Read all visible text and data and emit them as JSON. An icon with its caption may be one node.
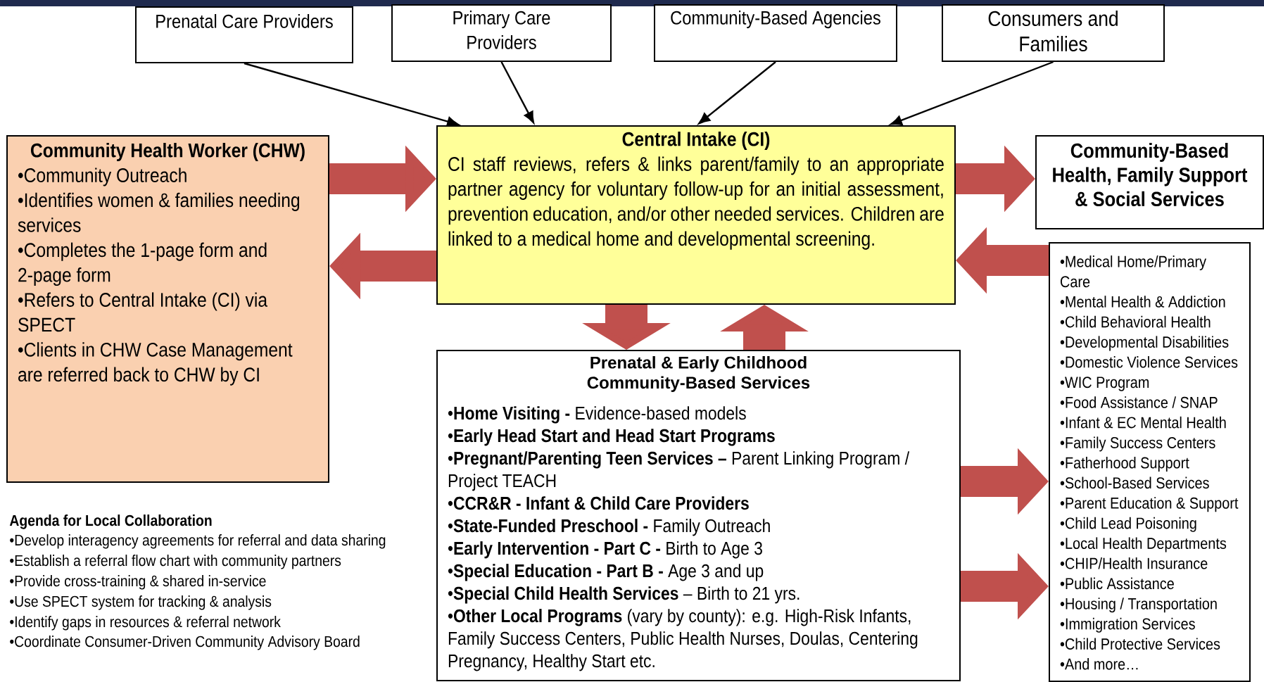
{
  "diagram": {
    "nodes": [
      {
        "text": [
          "Prenatal Care Providers"
        ]
      },
      {
        "text": [
          "Primary Care Providers"
        ]
      },
      {
        "text": [
          "Community-Based Agencies"
        ]
      },
      {
        "text": [
          "Consumers and Families"
        ]
      },
      {
        "text": [
          "Community Health Worker (CHW)",
          "•Community Outreach",
          "•Identifies women & families needing services",
          "•Completes the 1-page form and 2-page form",
          "•Refers to Central Intake (CI) via SPECT",
          "•Clients in CHW Case Management are referred back to CHW by CI"
        ]
      },
      {
        "text": [
          "Central Intake (CI)",
          "CI staff reviews, refers & links parent/family to an appropriate partner agency for voluntary follow-up for an initial assessment, prevention education, and/or other needed services. Children are linked to a medical home and developmental screening."
        ]
      },
      {
        "text": [
          "Community-Based Health, Family Support & Social Services"
        ]
      },
      {
        "text": [
          "•Medical Home/Primary Care",
          "•Mental Health & Addiction",
          "•Child Behavioral Health",
          "•Developmental Disabilities",
          "•Domestic Violence Services",
          "•WIC Program",
          "•Food Assistance / SNAP",
          "•Infant & EC Mental Health",
          "•Family Success Centers",
          "•Fatherhood Support",
          "•School-Based Services",
          "•Parent Education & Support",
          "•Child Lead Poisoning",
          "•Local Health Departments",
          "•CHIP/Health Insurance",
          "•Public Assistance",
          "•Housing / Transportation",
          "•Immigration Services",
          "•Child Protective Services",
          "•And more…"
        ]
      },
      {
        "text": [
          "Prenatal & Early Childhood Community-Based Services",
          "•**Home Visiting -** Evidence-based models",
          "•**Early Head Start and Head Start Programs**",
          "•**Pregnant/Parenting Teen Services –** Parent Linking Program / Project TEACH",
          "•**CCR&R - Infant & Child Care Providers**",
          "•**State-Funded Preschool -** Family Outreach",
          "•**Early Intervention - Part C -** Birth to Age 3",
          "•**Special Education - Part B -** Age 3 and up",
          "•**Special Child Health Services** – Birth to 21 yrs.",
          "•**Other Local Programs** (vary by county): e.g. High-Risk Infants, Family Success Centers, Public Health Nurses, Doulas, Centering Pregnancy, Healthy Start etc."
        ]
      }
    ],
    "edges": [
      {
        "from": 0,
        "to": 5,
        "arrow": "to",
        "color": "#000000"
      },
      {
        "from": 1,
        "to": 5,
        "arrow": "to",
        "color": "#000000"
      },
      {
        "from": 2,
        "to": 5,
        "arrow": "to",
        "color": "#000000"
      },
      {
        "from": 3,
        "to": 5,
        "arrow": "to",
        "color": "#000000"
      },
      {
        "from": 4,
        "to": 5,
        "arrow": "to"
      },
      {
        "from": 5,
        "to": 4,
        "arrow": "to"
      },
      {
        "from": 5,
        "to": 6,
        "arrow": "to"
      },
      {
        "from": 7,
        "to": 5,
        "arrow": "to"
      },
      {
        "from": 5,
        "to": 8,
        "arrow": "to"
      },
      {
        "from": 8,
        "to": 5,
        "arrow": "to"
      },
      {
        "from": 8,
        "to": 7,
        "arrow": "to"
      },
      {
        "from": 8,
        "to": 7,
        "arrow": "to"
      }
    ],
    "labels": [
      "Agenda for Local Collaboration",
      "•Develop interagency agreements for referral and data sharing",
      "•Establish a referral flow chart with community partners",
      "•Provide cross-training & shared in-service",
      "•Use SPECT system for tracking & analysis",
      "•Identify gaps in resources & referral network",
      "•Coordinate Consumer-Driven Community Advisory Board"
    ]
  }
}
